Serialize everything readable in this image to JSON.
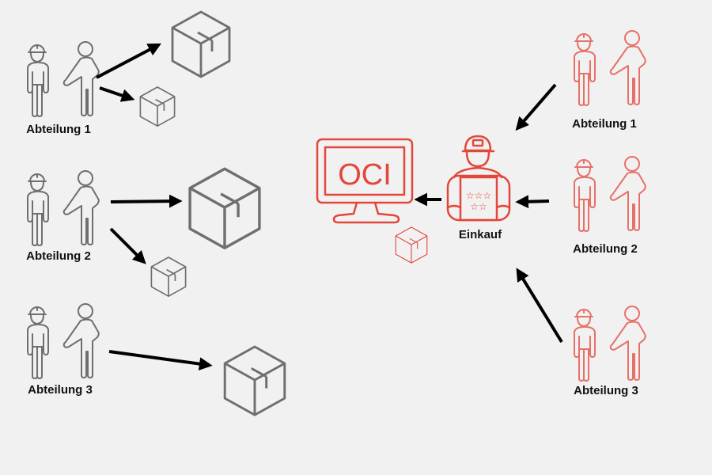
{
  "colors": {
    "background": "#f2f1f1",
    "left_icons": "#6f6f6f",
    "right_icons": "#e2473b",
    "arrows": "#000000"
  },
  "left": {
    "title": "Dezentraler Einkauf",
    "groups": [
      {
        "label": "Abteilung 1",
        "boxes": [
          "large-box",
          "small-box"
        ]
      },
      {
        "label": "Abteilung 2",
        "boxes": [
          "large-box",
          "small-box"
        ]
      },
      {
        "label": "Abteilung 3",
        "boxes": [
          "large-box"
        ]
      }
    ]
  },
  "right": {
    "groups": [
      {
        "label": "Abteilung 1"
      },
      {
        "label": "Abteilung 2"
      },
      {
        "label": "Abteilung 3"
      }
    ],
    "purchaser": {
      "label": "Einkauf"
    },
    "monitor": {
      "text": "OCI"
    }
  }
}
